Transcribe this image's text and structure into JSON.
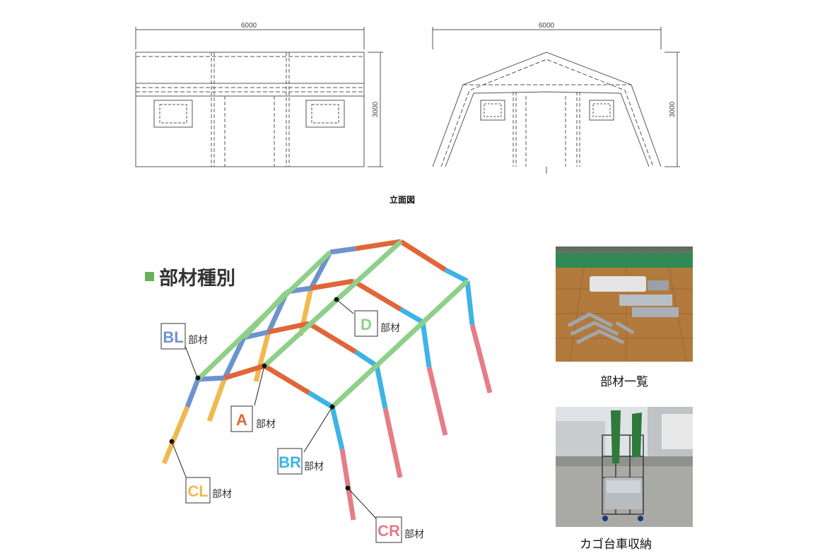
{
  "elevation": {
    "front_width": "6000",
    "side_width": "6000",
    "front_height": "3000",
    "side_height": "3000",
    "caption": "立面図"
  },
  "legend": {
    "title": "部材種別",
    "color": "#6aaf5a"
  },
  "parts": [
    {
      "code": "BL",
      "suffix": "部材",
      "color": "#6d93cf"
    },
    {
      "code": "A",
      "suffix": "部材",
      "color": "#e0663a"
    },
    {
      "code": "D",
      "suffix": "部材",
      "color": "#8fcf8a"
    },
    {
      "code": "BR",
      "suffix": "部材",
      "color": "#3db4e6"
    },
    {
      "code": "CL",
      "suffix": "部材",
      "color": "#f0b950"
    },
    {
      "code": "CR",
      "suffix": "部材",
      "color": "#e57d87"
    }
  ],
  "photos": {
    "parts_caption": "部材一覧",
    "cart_caption": "カゴ台車収納"
  }
}
